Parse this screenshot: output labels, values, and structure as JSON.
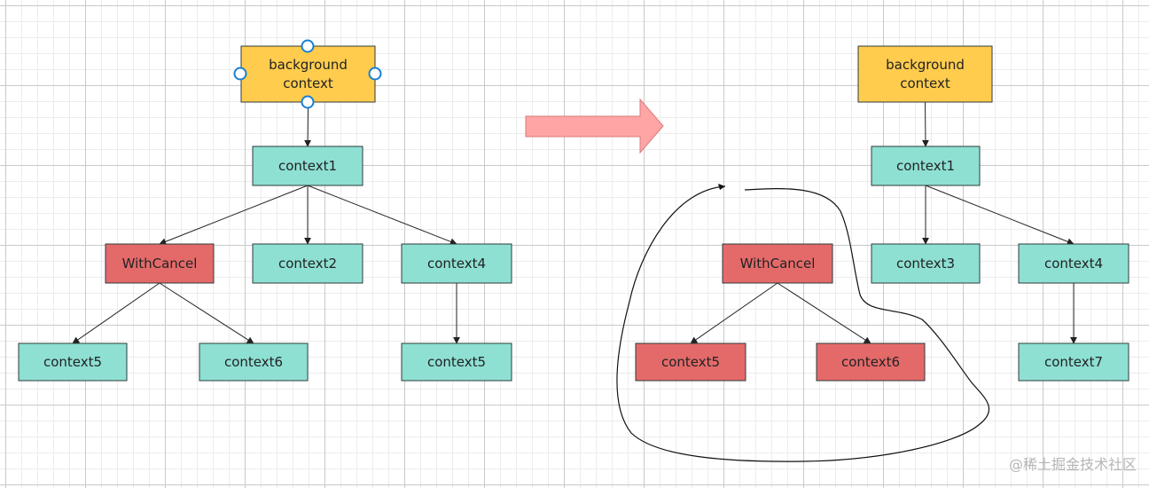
{
  "colors": {
    "background_node": "#ffcc4d",
    "default_node": "#8ee0d3",
    "cancel_node": "#e46a6a",
    "transition_arrow": "#ffa5a5"
  },
  "before": {
    "nodes": [
      {
        "id": "bg",
        "lines": [
          "background",
          "context"
        ],
        "kind": "background"
      },
      {
        "id": "c1",
        "lines": [
          "context1"
        ],
        "kind": "default"
      },
      {
        "id": "wc",
        "lines": [
          "WithCancel"
        ],
        "kind": "cancel"
      },
      {
        "id": "c2",
        "lines": [
          "context2"
        ],
        "kind": "default"
      },
      {
        "id": "c4",
        "lines": [
          "context4"
        ],
        "kind": "default"
      },
      {
        "id": "c5",
        "lines": [
          "context5"
        ],
        "kind": "default"
      },
      {
        "id": "c6",
        "lines": [
          "context6"
        ],
        "kind": "default"
      },
      {
        "id": "c5b",
        "lines": [
          "context5"
        ],
        "kind": "default"
      }
    ],
    "edges": [
      [
        "bg",
        "c1"
      ],
      [
        "c1",
        "wc"
      ],
      [
        "c1",
        "c2"
      ],
      [
        "c1",
        "c4"
      ],
      [
        "wc",
        "c5"
      ],
      [
        "wc",
        "c6"
      ],
      [
        "c4",
        "c5b"
      ]
    ],
    "selected_node": "bg"
  },
  "after": {
    "nodes": [
      {
        "id": "bg2",
        "lines": [
          "background",
          "context"
        ],
        "kind": "background"
      },
      {
        "id": "c1r",
        "lines": [
          "context1"
        ],
        "kind": "default"
      },
      {
        "id": "c3r",
        "lines": [
          "context3"
        ],
        "kind": "default"
      },
      {
        "id": "c4r",
        "lines": [
          "context4"
        ],
        "kind": "default"
      },
      {
        "id": "c7r",
        "lines": [
          "context7"
        ],
        "kind": "default"
      },
      {
        "id": "wcr",
        "lines": [
          "WithCancel"
        ],
        "kind": "cancel"
      },
      {
        "id": "c5r",
        "lines": [
          "context5"
        ],
        "kind": "cancel"
      },
      {
        "id": "c6r",
        "lines": [
          "context6"
        ],
        "kind": "cancel"
      }
    ],
    "edges": [
      [
        "bg2",
        "c1r"
      ],
      [
        "c1r",
        "c3r"
      ],
      [
        "c1r",
        "c4r"
      ],
      [
        "c4r",
        "c7r"
      ],
      [
        "wcr",
        "c5r"
      ],
      [
        "wcr",
        "c6r"
      ]
    ]
  },
  "watermark": "@稀土掘金技术社区"
}
